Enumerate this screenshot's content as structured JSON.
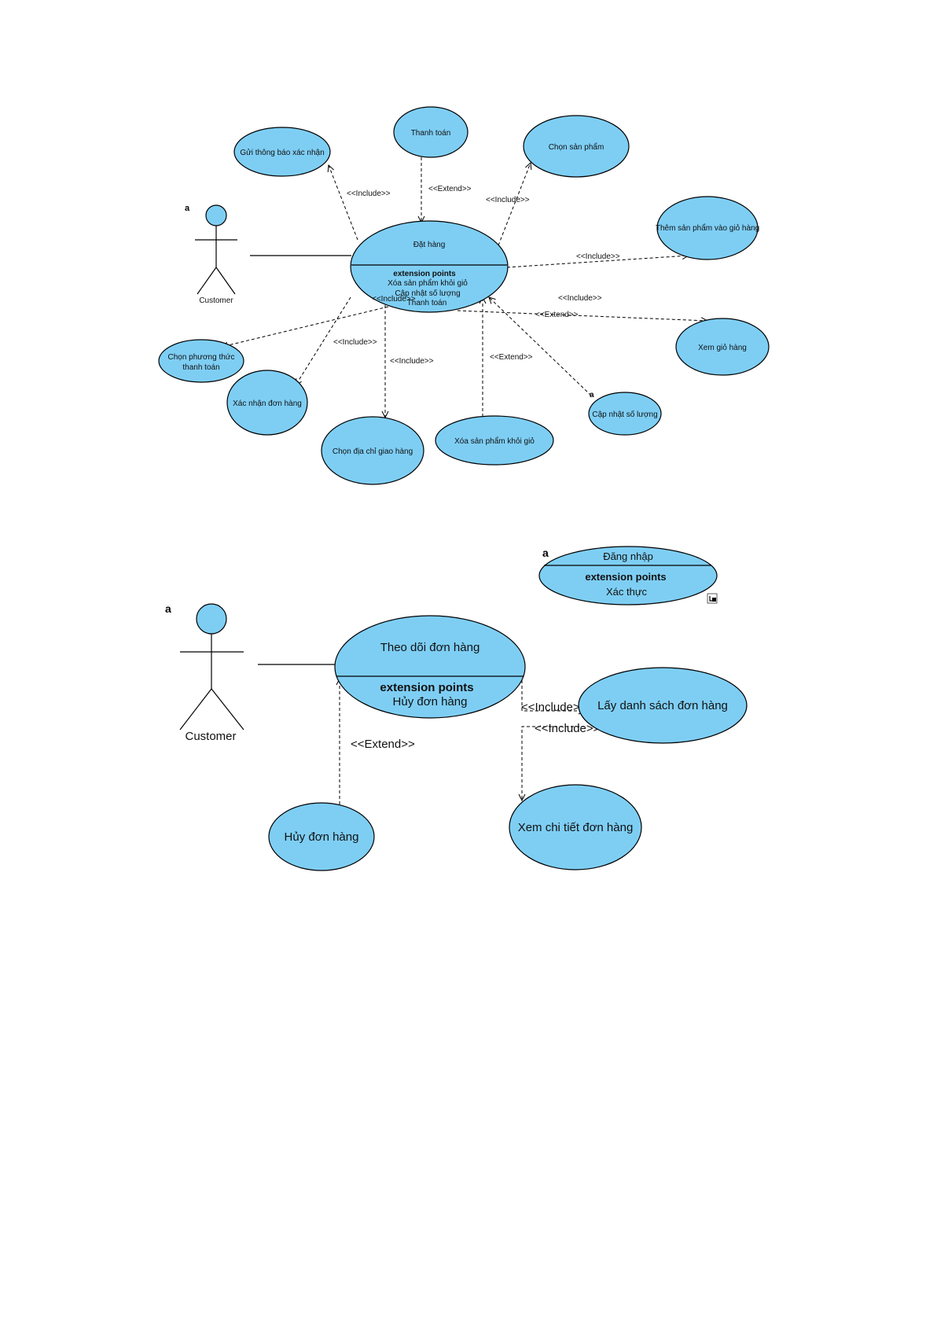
{
  "colors": {
    "usecase_fill": "#7ecef4",
    "stroke": "#000000",
    "background": "#ffffff"
  },
  "diagram1": {
    "actor": {
      "marker": "a",
      "name": "Customer"
    },
    "main": {
      "name": "Đặt hàng",
      "ext_title": "extension points",
      "ext_points": [
        "Xóa sản phẩm khỏi giỏ",
        "Cập nhật số lượng",
        "Thanh toán"
      ]
    },
    "usecases": {
      "notify": "Gửi thông báo xác nhận",
      "payment": "Thanh toán",
      "choose_product": "Chọn sản phẩm",
      "add_cart": "Thêm sản phẩm vào giỏ hàng",
      "view_cart": "Xem giỏ hàng",
      "update_qty": "Cập nhật số lượng",
      "update_qty_marker": "a",
      "remove_item": "Xóa sản phẩm khỏi giỏ",
      "address": "Chọn địa chỉ giao hàng",
      "confirm": "Xác nhận đơn hàng",
      "pay_method_1": "Chọn phương thức",
      "pay_method_2": "thanh toán"
    },
    "labels": {
      "include_notify": "<<Include>>",
      "extend_payment": "<<Extend>>",
      "include_choose": "<<Include>>",
      "include_add": "<<Include>>",
      "include_view": "<<Include>>",
      "extend_view": "<<Extend>>",
      "extend_remove": "<<Extend>>",
      "include_address": "<<Include>>",
      "include_confirm": "<<Include>>",
      "include_pay": "<<Include>>"
    }
  },
  "login": {
    "marker": "a",
    "name": "Đăng nhập",
    "ext_title": "extension points",
    "ext_point": "Xác thực"
  },
  "diagram2": {
    "actor": {
      "marker": "a",
      "name": "Customer"
    },
    "main": {
      "name": "Theo dõi đơn hàng",
      "ext_title": "extension points",
      "ext_point": "Hủy đơn hàng"
    },
    "usecases": {
      "list": "Lấy danh sách đơn hàng",
      "detail": "Xem chi tiết đơn hàng",
      "cancel": "Hủy đơn hàng"
    },
    "labels": {
      "include_1": "<<Include>>",
      "include_2": "<<Include>>",
      "extend": "<<Extend>>"
    }
  }
}
